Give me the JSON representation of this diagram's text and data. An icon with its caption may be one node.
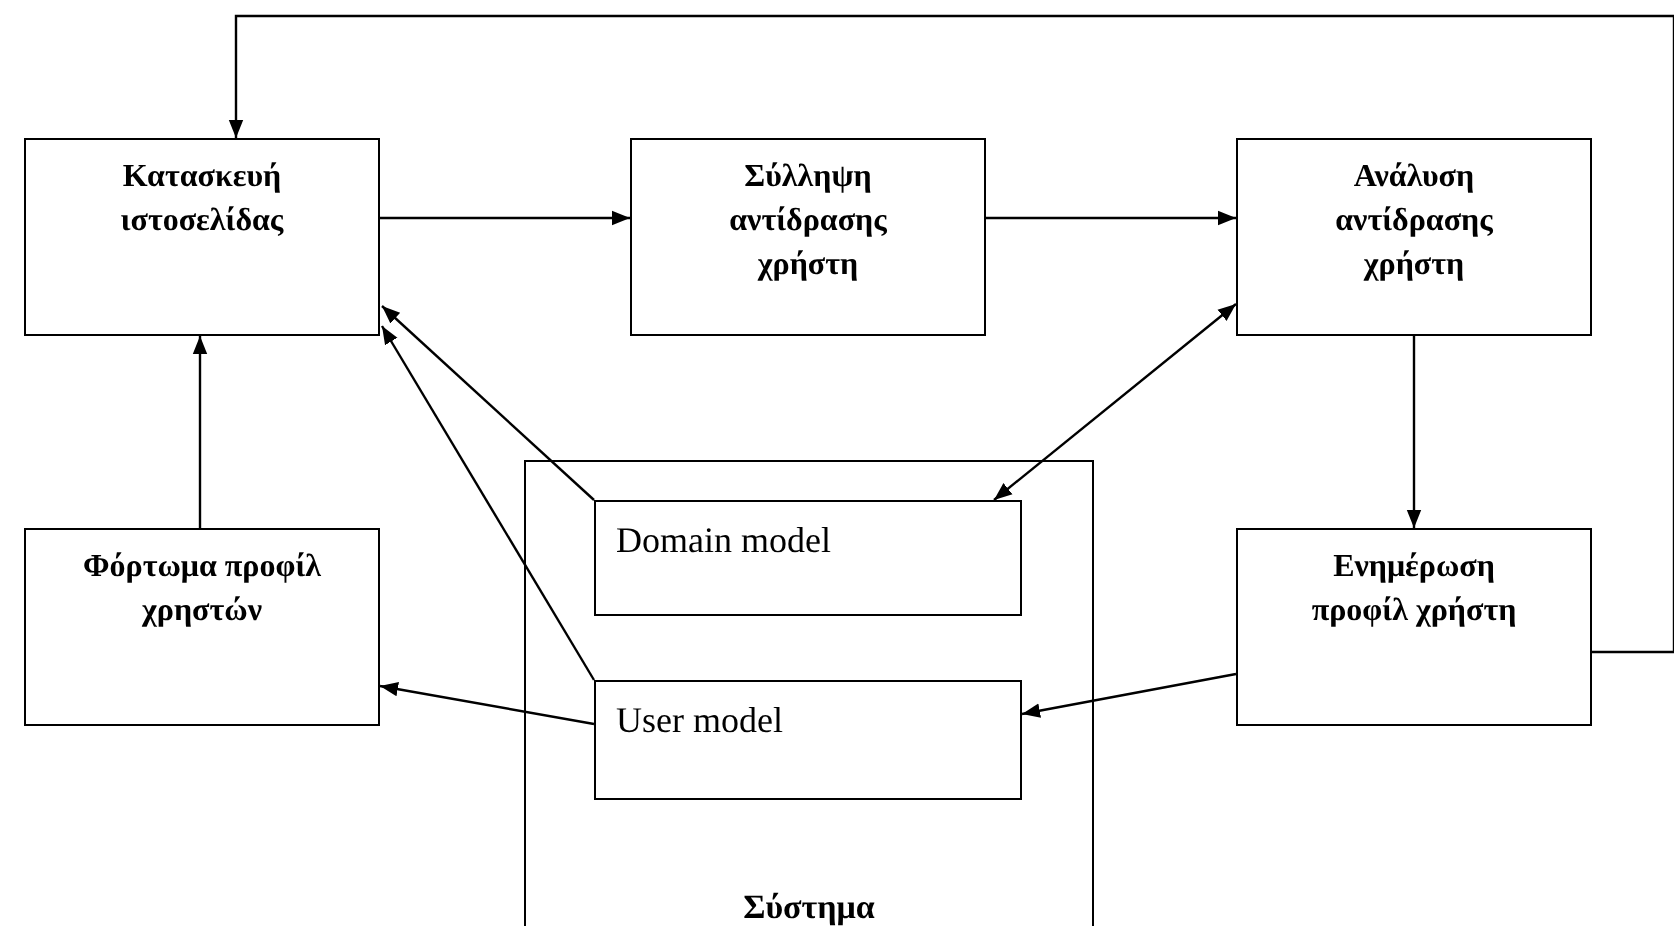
{
  "diagram": {
    "nodes": [
      {
        "text": [
          "Κατασκευή ιστοσελίδας"
        ]
      },
      {
        "text": [
          "Σύλληψη αντίδρασης χρήστη"
        ]
      },
      {
        "text": [
          "Ανάλυση αντίδρασης χρήστη"
        ]
      },
      {
        "text": [
          "Φόρτωμα προφίλ χρηστών"
        ]
      },
      {
        "text": [
          "Σύστημα"
        ]
      },
      {
        "text": [
          "Domain model"
        ],
        "in": 4
      },
      {
        "text": [
          "User model"
        ],
        "in": 4
      },
      {
        "text": [
          "Ενημέρωση προφίλ χρήστη"
        ]
      }
    ],
    "edges": [
      {
        "from": 0,
        "to": 1,
        "arrow": "to"
      },
      {
        "from": 1,
        "to": 2,
        "arrow": "to"
      },
      {
        "from": 2,
        "to": 7,
        "arrow": "to"
      },
      {
        "from": 7,
        "to": 0,
        "arrow": "to"
      },
      {
        "from": 3,
        "to": 0,
        "arrow": "to"
      },
      {
        "from": 5,
        "to": 0,
        "arrow": "to"
      },
      {
        "from": 6,
        "to": 0,
        "arrow": "to"
      },
      {
        "from": 5,
        "to": 2,
        "arrow": "both"
      },
      {
        "from": 6,
        "to": 3,
        "arrow": "to"
      },
      {
        "from": 7,
        "to": 6,
        "arrow": "to"
      }
    ]
  }
}
